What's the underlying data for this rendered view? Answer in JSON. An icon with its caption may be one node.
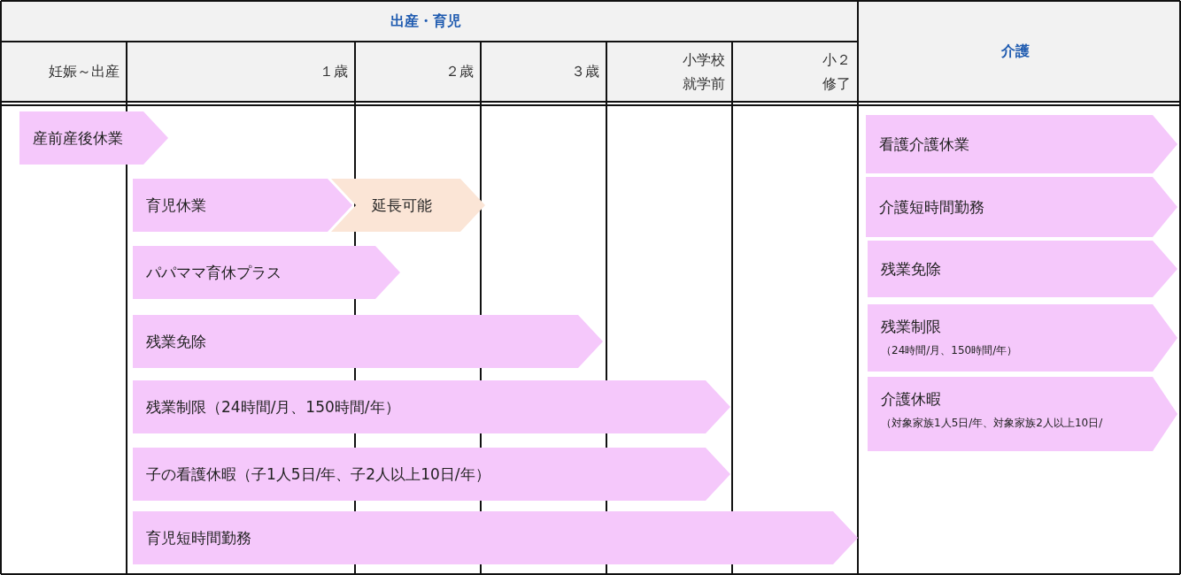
{
  "diagram": {
    "nodes": [
      {
        "text": [
          "産前産後休業"
        ]
      },
      {
        "text": [
          "育児休業"
        ]
      },
      {
        "text": [
          "延長可能"
        ]
      },
      {
        "text": [
          "パパママ育休プラス"
        ]
      },
      {
        "text": [
          "残業免除"
        ]
      },
      {
        "text": [
          "残業制限（24時間/月、150時間/年）"
        ]
      },
      {
        "text": [
          "子の看護休暇（子1人5日/年、子2人以上10日/年）"
        ]
      },
      {
        "text": [
          "育児短時間勤務"
        ]
      },
      {
        "text": [
          "看護介護休業"
        ]
      },
      {
        "text": [
          "介護短時間勤務"
        ]
      },
      {
        "text": [
          "残業免除"
        ]
      },
      {
        "text": [
          "残業制限",
          "（24時間/月、150時間/年）"
        ]
      },
      {
        "text": [
          "介護休暇",
          "（対象家族1人5日/年、対象家族2人以上10日/"
        ]
      }
    ],
    "labels": [
      "出産・育児",
      "介護",
      "妊娠～出産",
      "１歳",
      "２歳",
      "３歳",
      "小学校就学前",
      "小２修了"
    ]
  }
}
